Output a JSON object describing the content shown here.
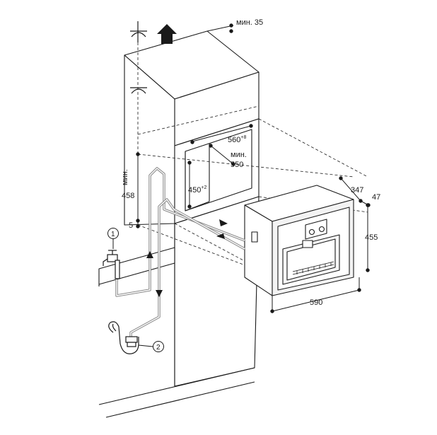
{
  "dimensions": {
    "top_clearance": "мин. 35",
    "niche_width": "560",
    "niche_width_tol": "+8",
    "niche_depth_label": "мин.",
    "niche_depth_value": "550",
    "niche_height": "450",
    "niche_height_tol": "+2",
    "floor_height_label": "мин.",
    "floor_height_value": "458",
    "side_offset": "5",
    "appliance_depth": "347",
    "front_depth": "47",
    "appliance_height": "455",
    "appliance_width": "590"
  },
  "callouts": {
    "water_tap": "1",
    "drain_siphon": "2"
  },
  "colors": {
    "line": "#1a1a1a",
    "hose": "#8a8a8a",
    "appliance_fill": "#f3f3f3"
  }
}
